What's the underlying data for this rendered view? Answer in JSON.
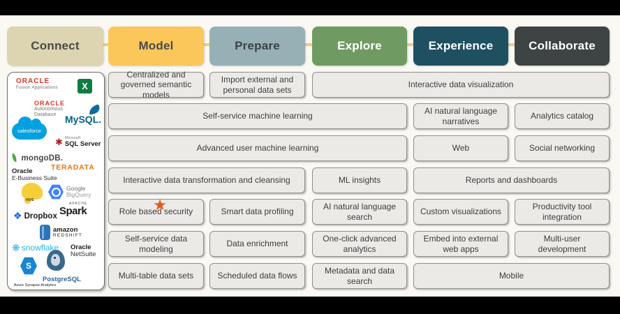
{
  "diagram": {
    "background_color": "#faf8f3",
    "connector_color": "#eecd84",
    "box_bg": "#ebeae7",
    "box_border": "#8f8f8f",
    "stages": [
      {
        "label": "Connect",
        "bg": "#ddd4b2",
        "text_color": "#4a4a4a"
      },
      {
        "label": "Model",
        "bg": "#fbc75a",
        "text_color": "#4a4a4a"
      },
      {
        "label": "Prepare",
        "bg": "#97b0b6",
        "text_color": "#3b4345"
      },
      {
        "label": "Explore",
        "bg": "#6f9b62",
        "text_color": "#ffffff"
      },
      {
        "label": "Experience",
        "bg": "#1e5062",
        "text_color": "#ffffff"
      },
      {
        "label": "Collaborate",
        "bg": "#3e4343",
        "text_color": "#ffffff"
      }
    ]
  },
  "capabilities": {
    "centralized_governed_semantic_models": "Centralized and governed semantic models",
    "import_external_personal_data_sets": "Import external and personal data sets",
    "interactive_data_visualization": "Interactive data visualization",
    "self_service_machine_learning": "Self-service machine learning",
    "ai_natural_language_narratives": "AI natural language narratives",
    "analytics_catalog": "Analytics catalog",
    "advanced_user_machine_learning": "Advanced user machine learning",
    "web": "Web",
    "social_networking": "Social networking",
    "interactive_data_transformation_cleansing": "Interactive data transformation and cleansing",
    "ml_insights": "ML insights",
    "reports_and_dashboards": "Reports and dashboards",
    "role_based_security": "Role based security",
    "smart_data_profiling": "Smart data profiling",
    "ai_natural_language_search": "AI natural language search",
    "custom_visualizations": "Custom visualizations",
    "productivity_tool_integration": "Productivity tool integration",
    "self_service_data_modeling": "Self-service data modeling",
    "data_enrichment": "Data enrichment",
    "one_click_advanced_analytics": "One-click advanced analytics",
    "embed_into_external_web_apps": "Embed into external web apps",
    "multi_user_development": "Multi-user development",
    "multi_table_data_sets": "Multi-table data sets",
    "scheduled_data_flows": "Scheduled data flows",
    "metadata_and_data_search": "Metadata and data search",
    "mobile": "Mobile"
  },
  "connect_panel": {
    "sources": {
      "fusion": {
        "line1": "ORACLE",
        "line2": "Fusion Applications",
        "brand_color": "#d3352b"
      },
      "excel": {
        "label": "X",
        "brand_color": "#107c41"
      },
      "autonomous": {
        "line1": "ORACLE",
        "line2": "Autonomous",
        "line3": "Database",
        "brand_color": "#d3352b"
      },
      "mysql": {
        "label": "MySQL.",
        "brand_color": "#00618a"
      },
      "salesforce": {
        "label": "salesforce",
        "brand_color": "#00a1e0"
      },
      "sqlserver": {
        "line1": "Microsoft",
        "line2": "SQL Server",
        "brand_color": "#a91d22"
      },
      "mongodb": {
        "label": "mongoDB.",
        "brand_color": "#4faa41"
      },
      "teradata": {
        "label": "TERADATA",
        "brand_color": "#e87511"
      },
      "ebs": {
        "line1": "Oracle",
        "line2": "E-Business Suite"
      },
      "hive": {
        "label": "HIVE",
        "brand_color": "#f6ce3a"
      },
      "bigquery": {
        "line1": "Google",
        "line2": "BigQuery",
        "brand_color": "#4285f4"
      },
      "dropbox": {
        "label": "Dropbox",
        "brand_color": "#0062ff"
      },
      "spark": {
        "line1": "APACHE",
        "line2": "Spark",
        "brand_color": "#e25a1c"
      },
      "redshift": {
        "line1": "amazon",
        "line2": "REDSHIFT",
        "brand_color": "#2e73b8"
      },
      "snowflake": {
        "label": "snowflake",
        "brand_color": "#29b5e8"
      },
      "netsuite": {
        "line1": "Oracle",
        "line2": "NetSuite"
      },
      "postgresql": {
        "label": "PostgreSQL",
        "brand_color": "#336791"
      },
      "synapse": {
        "label": "Azure Synapse Analytics",
        "brand_color": "#1686d2"
      }
    }
  }
}
